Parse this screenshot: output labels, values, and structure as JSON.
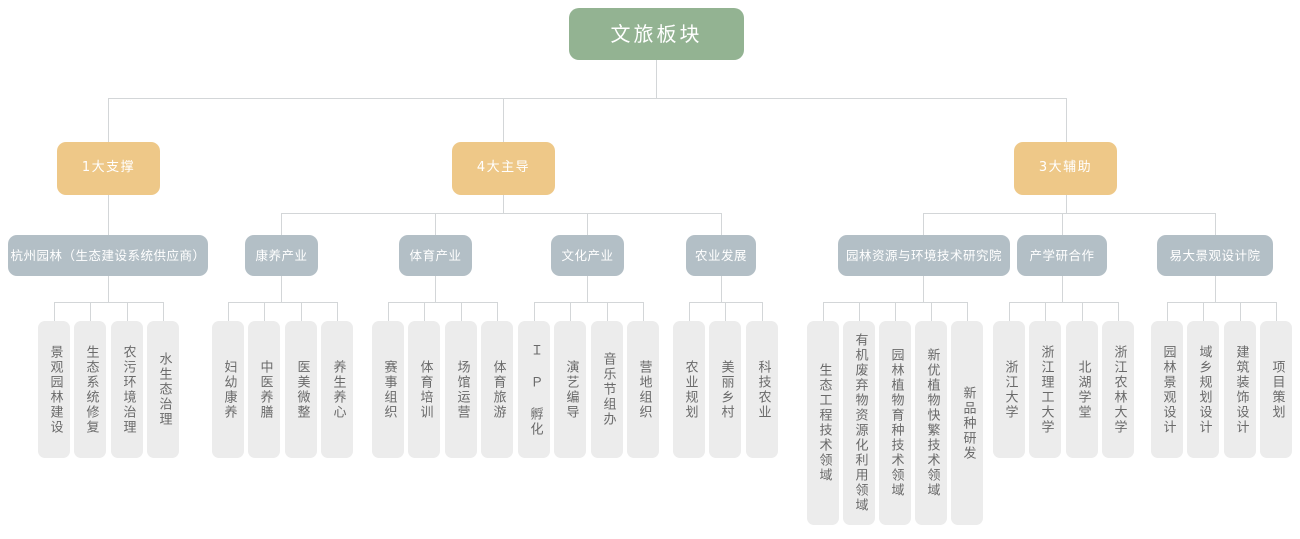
{
  "diagram": {
    "title": "文旅板块",
    "type": "org-chart",
    "colors": {
      "root": "#93b392",
      "level2": "#eec888",
      "level3": "#b3bfc6",
      "leaf": "#ececec",
      "connector": "#d3d6d8",
      "leaf_text": "#6a6a6a",
      "node_text": "#ffffff",
      "background": "#ffffff"
    },
    "root": {
      "label": "文旅板块"
    },
    "level2": [
      {
        "label": "1大支撑"
      },
      {
        "label": "4大主导"
      },
      {
        "label": "3大辅助"
      }
    ],
    "level3": [
      {
        "label": "杭州园林（生态建设系统供应商）"
      },
      {
        "label": "康养产业"
      },
      {
        "label": "体育产业"
      },
      {
        "label": "文化产业"
      },
      {
        "label": "农业发展"
      },
      {
        "label": "园林资源与环境技术研究院"
      },
      {
        "label": "产学研合作"
      },
      {
        "label": "易大景观设计院"
      }
    ],
    "leaves": [
      {
        "label": "景观园林建设"
      },
      {
        "label": "生态系统修复"
      },
      {
        "label": "农污环境治理"
      },
      {
        "label": "水生态治理"
      },
      {
        "label": "妇幼康养"
      },
      {
        "label": "中医养膳"
      },
      {
        "label": "医美微整"
      },
      {
        "label": "养生养心"
      },
      {
        "label": "赛事组织"
      },
      {
        "label": "体育培训"
      },
      {
        "label": "场馆运营"
      },
      {
        "label": "体育旅游"
      },
      {
        "label": "Ｉ Ｐ 孵化"
      },
      {
        "label": "演艺编导"
      },
      {
        "label": "音乐节组办"
      },
      {
        "label": "营地组织"
      },
      {
        "label": "农业规划"
      },
      {
        "label": "美丽乡村"
      },
      {
        "label": "科技农业"
      },
      {
        "label": "生态工程技术领域"
      },
      {
        "label": "有机废弃物资源化利用领域"
      },
      {
        "label": "园林植物育种技术领域"
      },
      {
        "label": "新优植物快繁技术领域"
      },
      {
        "label": "新品种研发"
      },
      {
        "label": "浙江大学"
      },
      {
        "label": "浙江理工大学"
      },
      {
        "label": "北湖学堂"
      },
      {
        "label": "浙江农林大学"
      },
      {
        "label": "园林景观设计"
      },
      {
        "label": "域乡规划设计"
      },
      {
        "label": "建筑装饰设计"
      },
      {
        "label": "项目策划"
      }
    ]
  }
}
